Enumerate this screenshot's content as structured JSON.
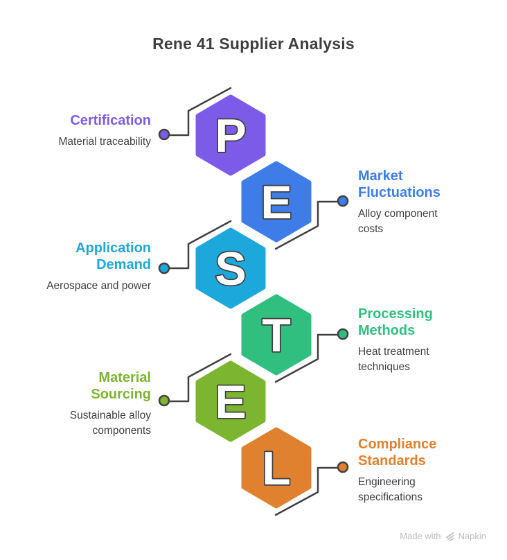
{
  "title": "Rene 41 Supplier Analysis",
  "watermark": {
    "text": "Made with",
    "brand": "Napkin"
  },
  "colors": {
    "heading_text": "#3F3F3F",
    "body_text": "#3F3F3F",
    "connector": "#404040",
    "watermark": "#BCBCBC"
  },
  "items": [
    {
      "letter": "P",
      "color": "#7C5BE8",
      "side": "left",
      "label": "Certification",
      "description": "Material traceability"
    },
    {
      "letter": "E",
      "color": "#3E7DE7",
      "side": "right",
      "label": "Market\nFluctuations",
      "description": "Alloy component\ncosts"
    },
    {
      "letter": "S",
      "color": "#1DA8DC",
      "side": "left",
      "label": "Application\nDemand",
      "description": "Aerospace and power"
    },
    {
      "letter": "T",
      "color": "#31BF80",
      "side": "right",
      "label": "Processing\nMethods",
      "description": "Heat treatment\ntechniques"
    },
    {
      "letter": "E",
      "color": "#7CB52F",
      "side": "left",
      "label": "Material\nSourcing",
      "description": "Sustainable alloy\ncomponents"
    },
    {
      "letter": "L",
      "color": "#E0812F",
      "side": "right",
      "label": "Compliance\nStandards",
      "description": "Engineering\nspecifications"
    }
  ]
}
